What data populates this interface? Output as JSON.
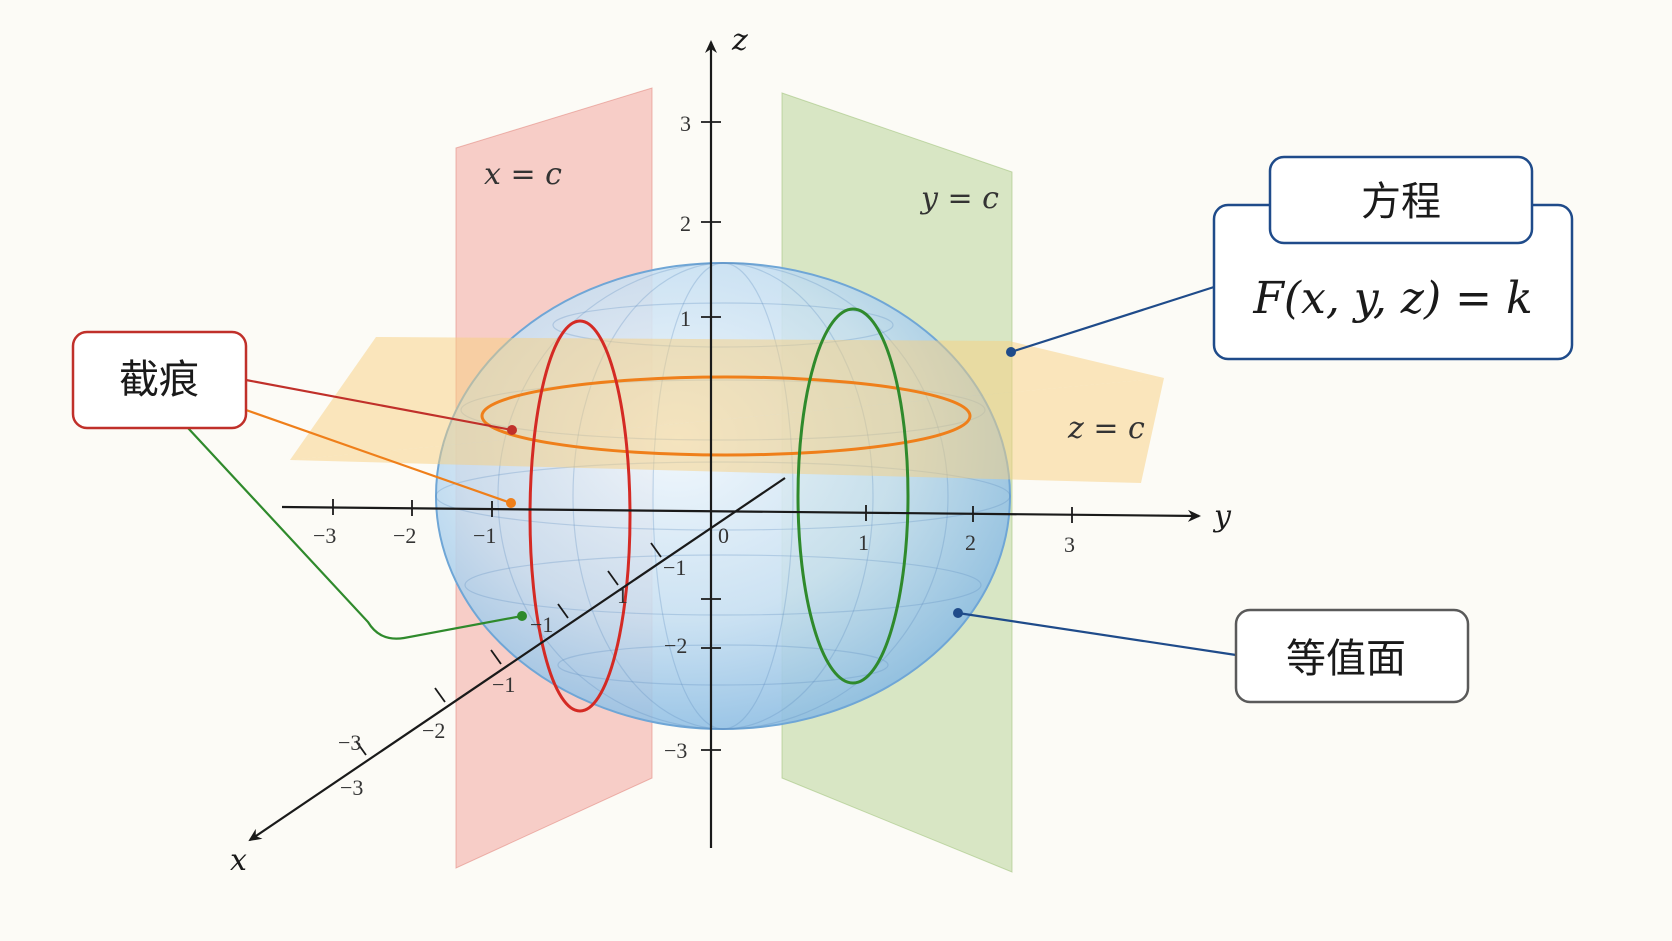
{
  "axes": {
    "x_label": "x",
    "y_label": "y",
    "z_label": "z",
    "origin_label": "0",
    "y_ticks": [
      "−3",
      "−2",
      "−1",
      "1",
      "2",
      "3"
    ],
    "z_ticks": [
      "3",
      "2",
      "1",
      "−1",
      "−2",
      "−3"
    ],
    "x_ticks": [
      "1",
      "−1",
      "−1",
      "−2",
      "−3",
      "−3"
    ]
  },
  "planes": {
    "x_plane": {
      "label": "x = c",
      "color": "#f2a8a0"
    },
    "y_plane": {
      "label": "y = c",
      "color": "#b9d59a"
    },
    "z_plane": {
      "label": "z = c",
      "color": "#f7cf80"
    }
  },
  "surface": {
    "color": "#8fc1e6"
  },
  "traces": {
    "x_trace_color": "#d42a24",
    "y_trace_color": "#2f8a2c",
    "z_trace_color": "#ef7f1a"
  },
  "callouts": {
    "trace": {
      "label": "截痕",
      "color": "#c0302a"
    },
    "equation": {
      "title": "方程",
      "formula": "F(x, y, z) = k",
      "color": "#1f4b8a"
    },
    "level_surface": {
      "label": "等值面",
      "color": "#1f4b8a"
    }
  }
}
